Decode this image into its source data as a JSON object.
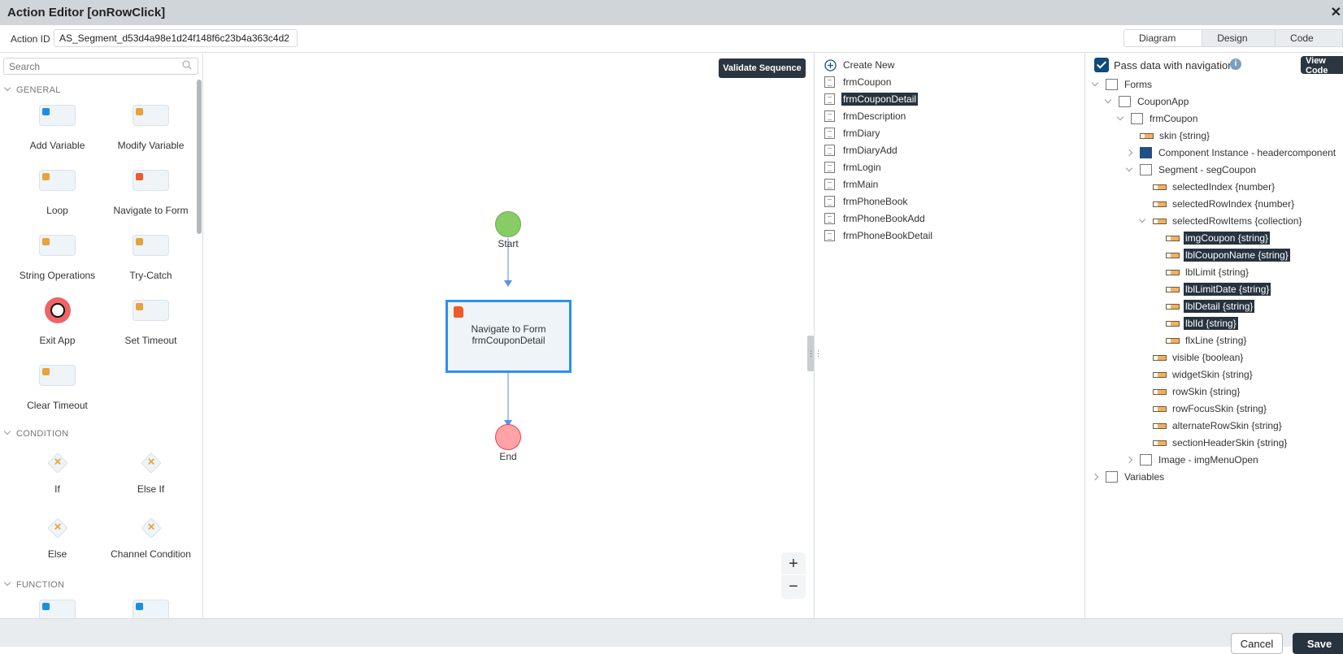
{
  "window": {
    "title": "Action Editor [onRowClick]",
    "close_icon": "close-icon"
  },
  "action_id": {
    "label": "Action ID",
    "value": "AS_Segment_d53d4a98e1d24f148f6c23b4a363c4d2"
  },
  "view_tabs": [
    {
      "label": "Diagram View",
      "active": true
    },
    {
      "label": "Design View"
    },
    {
      "label": "Code View"
    }
  ],
  "palette": {
    "search_placeholder": "Search",
    "sections": [
      {
        "title": "GENERAL",
        "items": [
          "Add Variable",
          "Modify Variable",
          "Loop",
          "Navigate to Form",
          "String Operations",
          "Try-Catch",
          "Exit App",
          "Set Timeout",
          "Clear Timeout"
        ]
      },
      {
        "title": "CONDITION",
        "items": [
          "If",
          "Else If",
          "Else",
          "Channel Condition"
        ]
      },
      {
        "title": "FUNCTION",
        "items": []
      }
    ]
  },
  "canvas": {
    "validate_label": "Validate Sequence",
    "start_label": "Start",
    "end_label": "End",
    "node": {
      "title": "Navigate to Form",
      "subtitle": "frmCouponDetail"
    },
    "zoom_in": "+",
    "zoom_out": "−",
    "colors": {
      "start": "#88cc66",
      "end": "#ffa3a6",
      "selected": "#2d8ff0",
      "connector": "#8ab0f5"
    }
  },
  "forms_list": {
    "create_new": "Create New",
    "items": [
      "frmCoupon",
      "frmCouponDetail",
      "frmDescription",
      "frmDiary",
      "frmDiaryAdd",
      "frmLogin",
      "frmMain",
      "frmPhoneBook",
      "frmPhoneBookAdd",
      "frmPhoneBookDetail"
    ],
    "selected": "frmCouponDetail"
  },
  "pass_data": {
    "label": "Pass data with navigation",
    "checked": true,
    "view_code": "View Code"
  },
  "tree": [
    {
      "label": "Forms",
      "level": 0,
      "chev": "down",
      "icon": "forms"
    },
    {
      "label": "CouponApp",
      "level": 1,
      "chev": "down",
      "icon": "folder"
    },
    {
      "label": "frmCoupon",
      "level": 2,
      "chev": "down",
      "icon": "form"
    },
    {
      "label": "skin {string}",
      "level": 3,
      "icon": "prop"
    },
    {
      "label": "Component Instance - headercomponent",
      "level": 3,
      "chev": "right",
      "icon": "component"
    },
    {
      "label": "Segment - segCoupon",
      "level": 3,
      "chev": "down",
      "icon": "segment"
    },
    {
      "label": "selectedIndex {number}",
      "level": 4,
      "icon": "prop"
    },
    {
      "label": "selectedRowIndex {number}",
      "level": 4,
      "icon": "prop"
    },
    {
      "label": "selectedRowItems {collection}",
      "level": 4,
      "chev": "down",
      "icon": "prop"
    },
    {
      "label": "imgCoupon {string}",
      "level": 5,
      "icon": "prop",
      "selected": true
    },
    {
      "label": "lblCouponName {string}",
      "level": 5,
      "icon": "prop",
      "selected": true
    },
    {
      "label": "lblLimit {string}",
      "level": 5,
      "icon": "prop"
    },
    {
      "label": "lblLimitDate {string}",
      "level": 5,
      "icon": "prop",
      "selected": true
    },
    {
      "label": "lblDetail {string}",
      "level": 5,
      "icon": "prop",
      "selected": true
    },
    {
      "label": "lblId {string}",
      "level": 5,
      "icon": "prop",
      "selected": true
    },
    {
      "label": "flxLine {string}",
      "level": 5,
      "icon": "prop"
    },
    {
      "label": "visible {boolean}",
      "level": 4,
      "icon": "prop"
    },
    {
      "label": "widgetSkin {string}",
      "level": 4,
      "icon": "prop"
    },
    {
      "label": "rowSkin {string}",
      "level": 4,
      "icon": "prop"
    },
    {
      "label": "rowFocusSkin {string}",
      "level": 4,
      "icon": "prop"
    },
    {
      "label": "alternateRowSkin {string}",
      "level": 4,
      "icon": "prop"
    },
    {
      "label": "sectionHeaderSkin {string}",
      "level": 4,
      "icon": "prop"
    },
    {
      "label": "Image - imgMenuOpen",
      "level": 3,
      "chev": "right",
      "icon": "image"
    },
    {
      "label": "Variables",
      "level": 0,
      "chev": "right",
      "icon": "forms"
    }
  ],
  "footer": {
    "cancel": "Cancel",
    "save": "Save"
  }
}
